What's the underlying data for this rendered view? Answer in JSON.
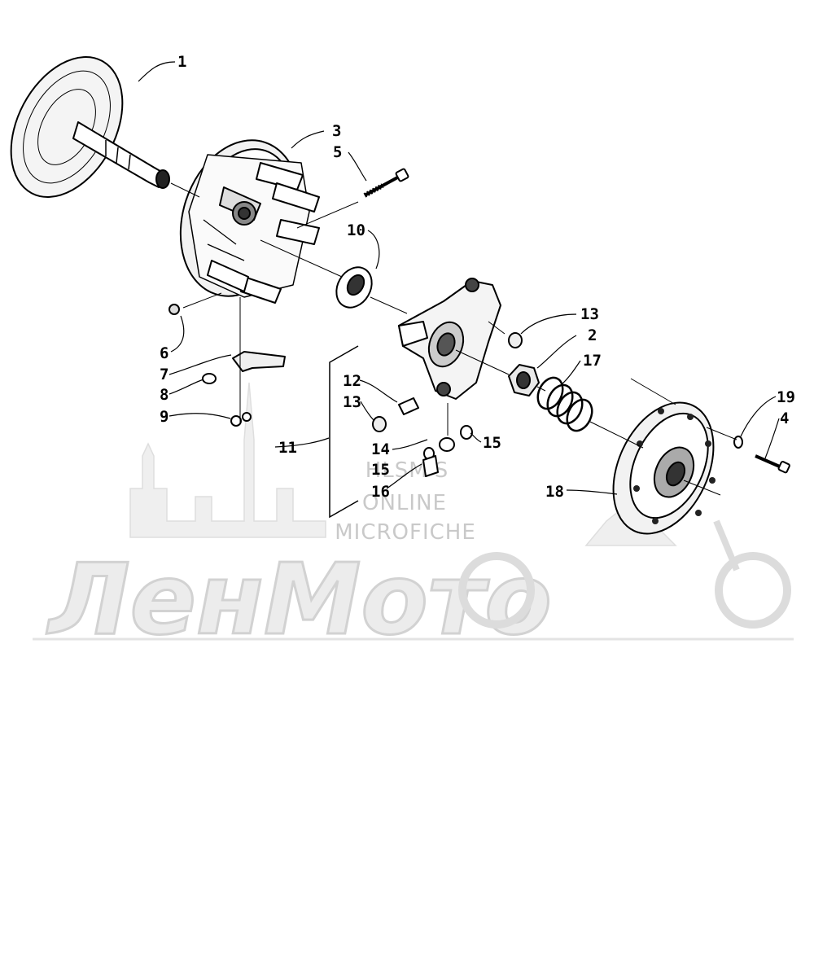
{
  "callouts": {
    "c1": "1",
    "c2": "2",
    "c3": "3",
    "c4": "4",
    "c5": "5",
    "c6": "6",
    "c7": "7",
    "c8": "8",
    "c9": "9",
    "c10": "10",
    "c11": "11",
    "c12": "12",
    "c13a": "13",
    "c13b": "13",
    "c14": "14",
    "c15a": "15",
    "c15b": "15",
    "c16": "16",
    "c17": "17",
    "c18": "18",
    "c19": "19"
  },
  "watermark": {
    "line1": "HLSM'S",
    "line2": "ONLINE",
    "line3": "MICROFICHE",
    "logo": "ЛенМото"
  }
}
